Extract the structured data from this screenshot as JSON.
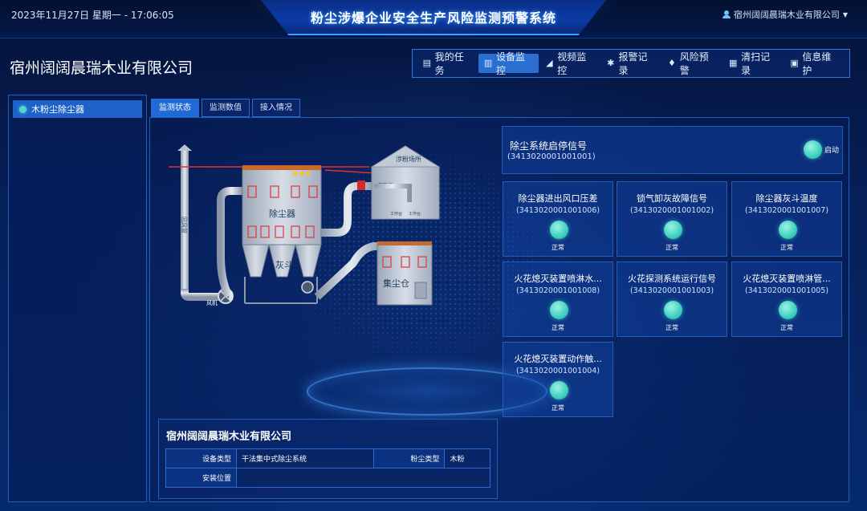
{
  "header": {
    "datetime": "2023年11月27日 星期一 - 17:06:05",
    "app_title": "粉尘涉爆企业安全生产风险监测预警系统",
    "user": "宿州阔阔晨瑞木业有限公司"
  },
  "company": {
    "title": "宿州阔阔晨瑞木业有限公司"
  },
  "nav": {
    "items": [
      {
        "label": "我的任务",
        "icon": "task-icon"
      },
      {
        "label": "设备监控",
        "icon": "monitor-icon",
        "active": true
      },
      {
        "label": "视频监控",
        "icon": "camera-icon"
      },
      {
        "label": "报警记录",
        "icon": "alarm-icon"
      },
      {
        "label": "风险预警",
        "icon": "bell-icon"
      },
      {
        "label": "清扫记录",
        "icon": "clean-icon"
      },
      {
        "label": "信息维护",
        "icon": "info-icon"
      }
    ]
  },
  "sidebar": {
    "items": [
      {
        "label": "木粉尘除尘器"
      }
    ]
  },
  "tabs": [
    {
      "label": "监测状态",
      "active": true
    },
    {
      "label": "监测数值"
    },
    {
      "label": "接入情况"
    }
  ],
  "diagram": {
    "labels": {
      "dust_collector": "除尘器",
      "ash_hopper": "灰斗",
      "collection_bin": "集尘仓",
      "dust_site": "涉粉场所",
      "fan": "风机",
      "return_duct": "回风管",
      "station1": "工作台",
      "station2": "工作台",
      "valve": "截断阀"
    }
  },
  "signals": {
    "main": {
      "name": "除尘系统启停信号",
      "code": "(3413020001001001)",
      "status": "启动"
    },
    "cards": [
      {
        "name": "除尘器进出风口压差",
        "code": "(3413020001001006)",
        "status": "正常"
      },
      {
        "name": "锁气卸灰故障信号",
        "code": "(3413020001001002)",
        "status": "正常"
      },
      {
        "name": "除尘器灰斗温度",
        "code": "(3413020001001007)",
        "status": "正常"
      },
      {
        "name": "火花熄灭装置喷淋水...",
        "code": "(3413020001001008)",
        "status": "正常"
      },
      {
        "name": "火花探测系统运行信号",
        "code": "(3413020001001003)",
        "status": "正常"
      },
      {
        "name": "火花熄灭装置喷淋管...",
        "code": "(3413020001001005)",
        "status": "正常"
      },
      {
        "name": "火花熄灭装置动作触...",
        "code": "(3413020001001004)",
        "status": "正常"
      }
    ]
  },
  "info": {
    "title": "宿州阔阔晨瑞木业有限公司",
    "rows": [
      {
        "k1": "设备类型",
        "v1": "干法集中式除尘系统",
        "k2": "粉尘类型",
        "v2": "木粉"
      },
      {
        "k1": "安装位置",
        "v1": ""
      }
    ]
  },
  "colors": {
    "background": "#061a4a",
    "accent": "#1f6ad6",
    "status_ok": "#45d3c1"
  }
}
